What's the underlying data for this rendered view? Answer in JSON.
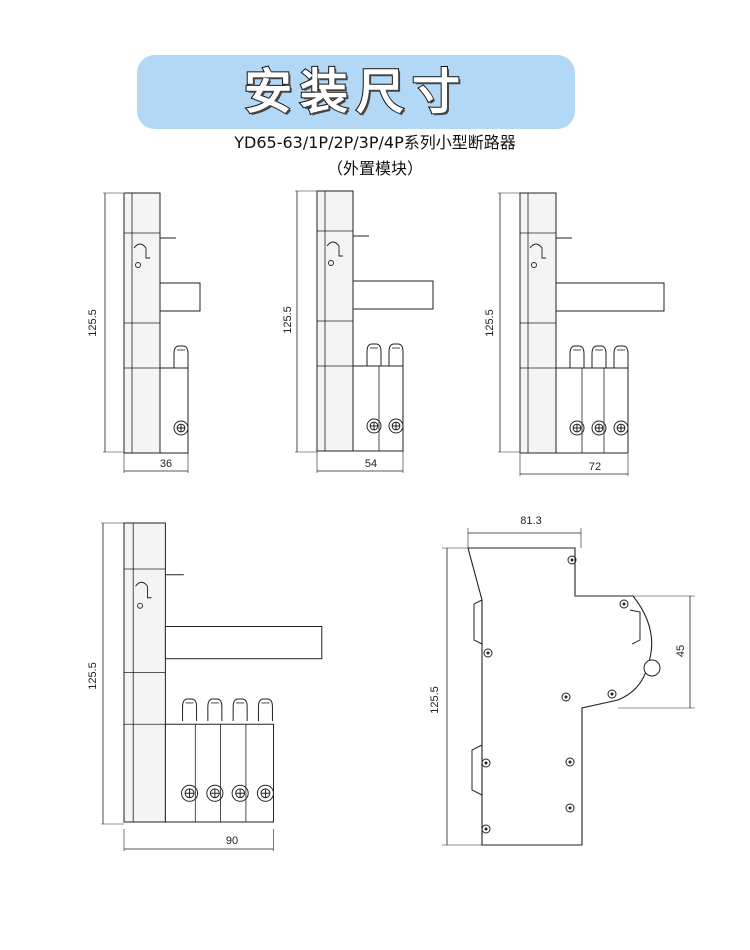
{
  "header": {
    "title": "安装尺寸",
    "subtitle": "YD65-63/1P/2P/3P/4P系列小型断路器",
    "subtitle2": "（外置模块）"
  },
  "dimensions": {
    "height": "125.5",
    "width_1p": "36",
    "width_2p": "54",
    "width_3p": "72",
    "width_4p": "90",
    "depth": "81.3",
    "offset": "45"
  },
  "colors": {
    "banner": "#b3d8f6",
    "line": "#222222",
    "device_fill": "#f4f4f4"
  }
}
